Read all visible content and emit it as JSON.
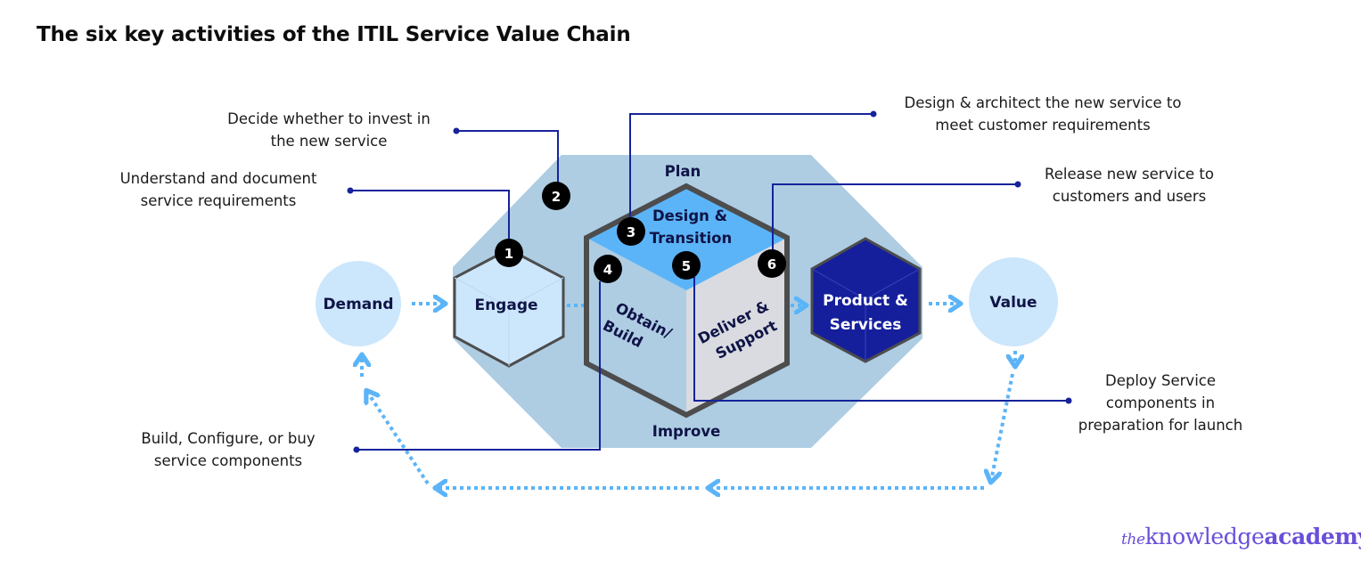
{
  "title": "The six key activities of the ITIL Service Value Chain",
  "colors": {
    "callout_line": "#16239b",
    "badge_fill": "#000000",
    "badge_text": "#ffffff",
    "background_octagon": "#aecde3",
    "hex_outline": "#4d4d4d",
    "engage_fill": "#cce6fc",
    "design_fill": "#5cb4f8",
    "obtain_fill": "#aecde3",
    "deliver_fill": "#d9dbe0",
    "product_fill": "#151f9c",
    "circle_fill": "#cce6fc",
    "flow_arrow": "#5cb4f8",
    "label_dark": "#0f1446",
    "logo": "#6a4fd8"
  },
  "nodes": {
    "demand": "Demand",
    "engage": "Engage",
    "plan": "Plan",
    "design_transition": [
      "Design &",
      "Transition"
    ],
    "obtain_build": [
      "Obtain/",
      "Build"
    ],
    "deliver_support": [
      "Deliver &",
      "Support"
    ],
    "improve": "Improve",
    "product_services": [
      "Product &",
      "Services"
    ],
    "value": "Value"
  },
  "badges": [
    "1",
    "2",
    "3",
    "4",
    "5",
    "6"
  ],
  "callouts": [
    {
      "number": "1",
      "lines": [
        "Understand and document",
        "service requirements"
      ]
    },
    {
      "number": "2",
      "lines": [
        "Decide whether to invest in",
        "the new service"
      ]
    },
    {
      "number": "3",
      "lines": [
        "Design & architect the new service to",
        "meet customer requirements"
      ]
    },
    {
      "number": "4",
      "lines": [
        "Build, Configure, or buy",
        "service components"
      ]
    },
    {
      "number": "5",
      "lines": [
        "Deploy Service",
        "components in",
        "preparation for launch"
      ]
    },
    {
      "number": "6",
      "lines": [
        "Release new service to",
        "customers and users"
      ]
    }
  ],
  "logo": {
    "prefix": "the",
    "main": "knowledge",
    "suffix": "academy"
  }
}
